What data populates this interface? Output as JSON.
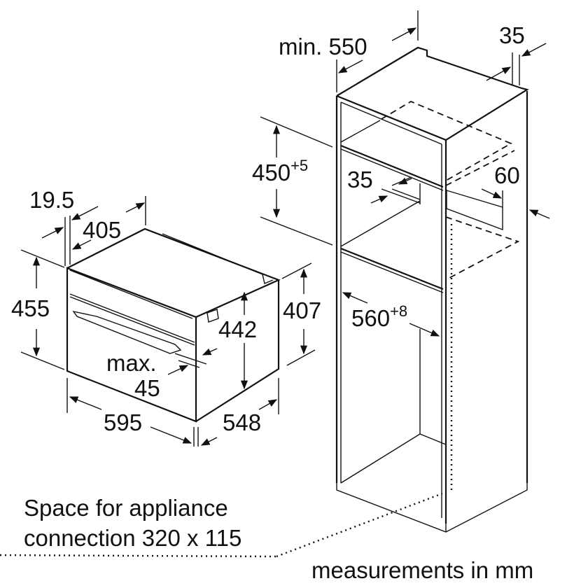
{
  "appliance": {
    "depth_panel": "19.5",
    "top_depth": "405",
    "height": "455",
    "niche_height": "442",
    "back_height": "407",
    "max_label": "max.",
    "max_value": "45",
    "width": "595",
    "depth": "548"
  },
  "cabinet": {
    "min_label": "min. 550",
    "side_thickness": "35",
    "niche_height": "450",
    "niche_height_tol": "+5",
    "shelf_gap": "35",
    "rear_gap": "60",
    "niche_width": "560",
    "niche_width_tol": "+8"
  },
  "notes": {
    "connection_line1": "Space for appliance",
    "connection_line2": "connection 320 x 115",
    "units": "measurements in mm"
  }
}
